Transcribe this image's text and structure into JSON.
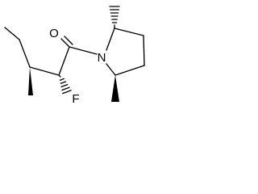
{
  "molecule": {
    "atoms": {
      "oxygen": "O",
      "nitrogen": "N",
      "fluorine": "F"
    }
  },
  "colors": {
    "background": "#ffffff",
    "ink": "#000000"
  }
}
